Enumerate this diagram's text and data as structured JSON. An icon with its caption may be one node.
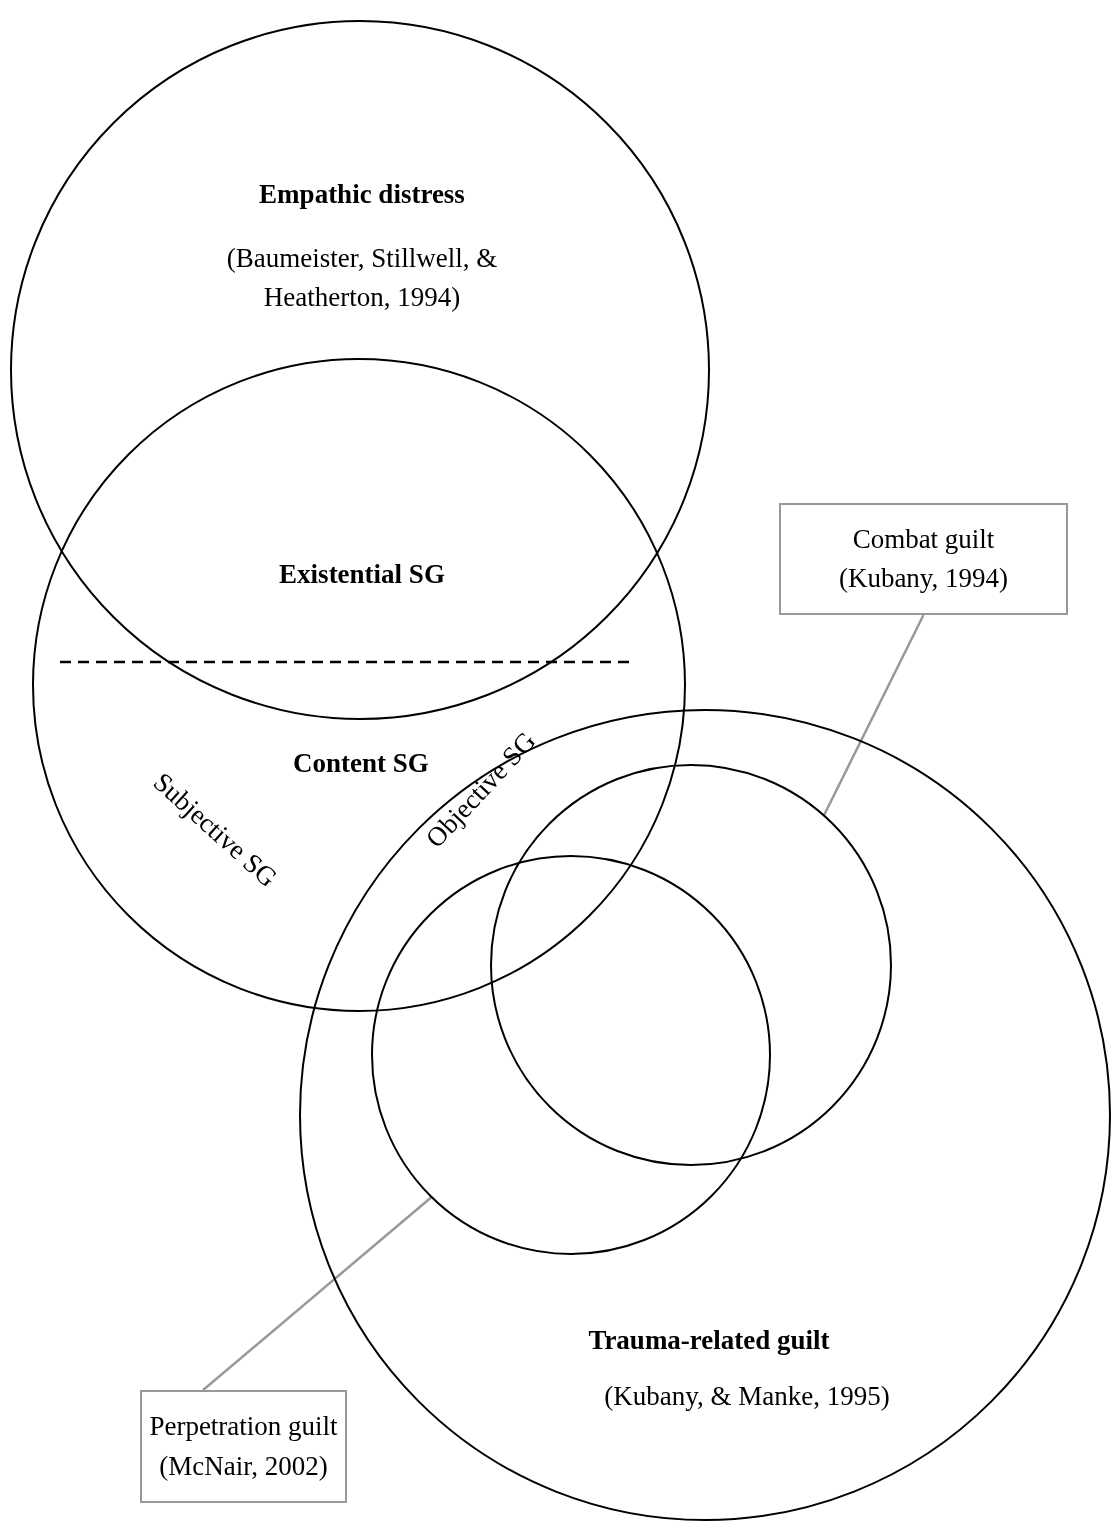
{
  "diagram": {
    "nodes": [
      {
        "text": [
          "Empathic distress",
          "(Baumeister, Stillwell, & Heatherton, 1994)"
        ]
      },
      {
        "text": [
          "Existential SG",
          "Content SG"
        ]
      },
      {
        "text": [
          "Trauma-related guilt",
          "(Kubany, & Manke, 1995)"
        ]
      },
      {
        "text": [],
        "shape": "circle",
        "in": 2
      },
      {
        "text": [],
        "shape": "circle",
        "in": 2
      },
      {
        "text": [
          "Combat guilt",
          "(Kubany, 1994)"
        ]
      },
      {
        "text": [
          "Perpetration guilt",
          "(McNair, 2002)"
        ]
      }
    ],
    "edges": [
      {
        "from": 5,
        "to": 3,
        "arrow": "none"
      },
      {
        "from": 6,
        "to": 4,
        "arrow": "none"
      }
    ],
    "labels": [
      "Subjective SG",
      "Objective SG"
    ]
  }
}
